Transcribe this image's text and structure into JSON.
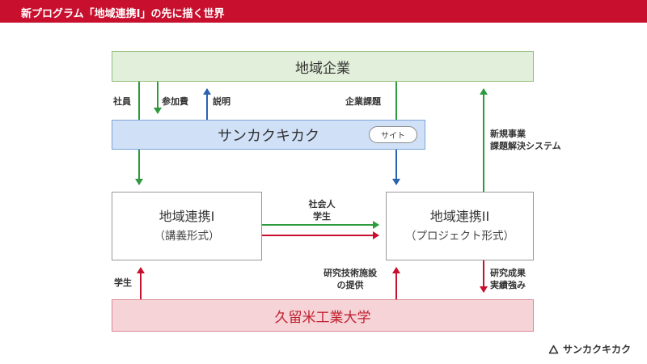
{
  "header": {
    "title": "新プログラム「地域連携I」の先に描く世界"
  },
  "company": {
    "label": "地域企業"
  },
  "sankaku": {
    "label": "サンカクキカク",
    "site_button": "サイト"
  },
  "link1": {
    "title": "地域連携I",
    "subtitle": "（講義形式）"
  },
  "link2": {
    "title": "地域連携II",
    "subtitle": "（プロジェクト形式）"
  },
  "university": {
    "label": "久留米工業大学"
  },
  "labels": {
    "employees": "社員",
    "fee": "参加費",
    "explain": "説明",
    "company_issues": "企業課題",
    "new_business_1": "新規事業",
    "new_business_2": "課題解決システム",
    "members_1": "社会人",
    "members_2": "学生",
    "students": "学生",
    "facilities_1": "研究技術施設",
    "facilities_2": "の提供",
    "results_1": "研究成果",
    "results_2": "実績強み"
  },
  "brand": {
    "name": "サンカクキカク",
    "icon": "triangle-logo-icon"
  },
  "colors": {
    "header": "#c8102e",
    "green_arrow": "#2e9a3e",
    "blue_arrow": "#2a62b0",
    "red_arrow": "#c8102e",
    "company_fill": "#e2efda",
    "sankaku_fill": "#cfe0f7",
    "university_fill": "#f5d3d6"
  }
}
